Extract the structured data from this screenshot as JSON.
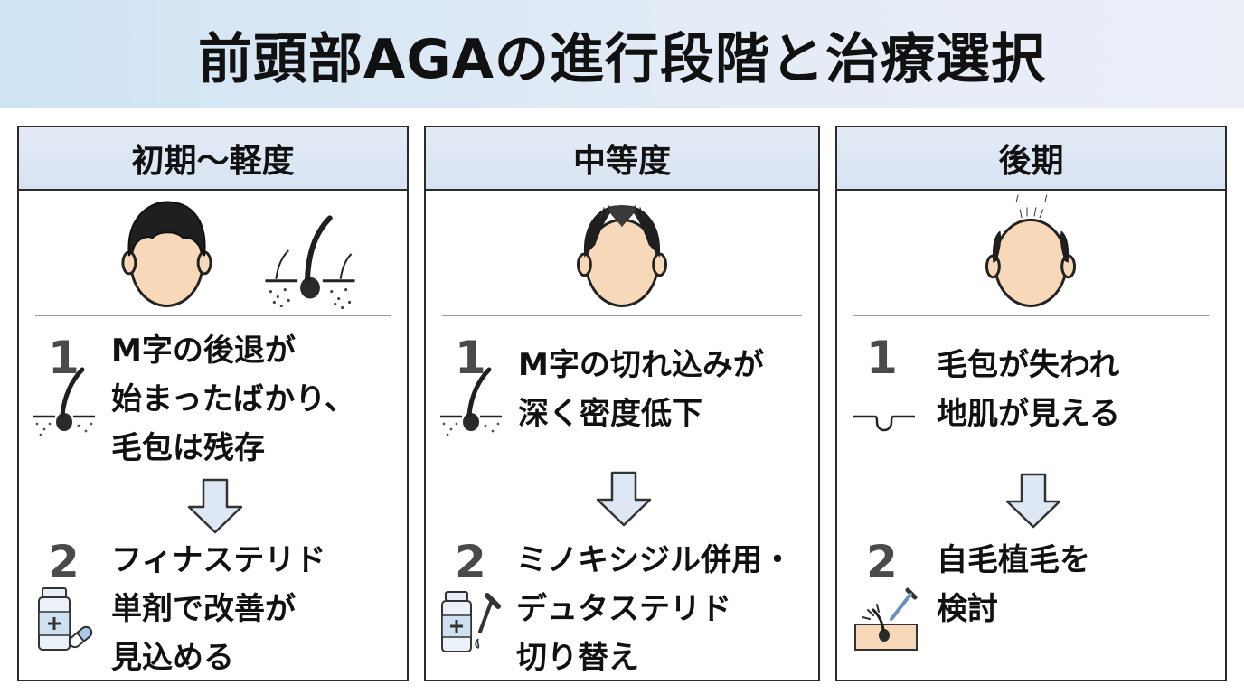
{
  "title": "前頭部AGAの進行段階と治療選択",
  "stages": [
    {
      "heading": "初期〜軽度",
      "step1_num": "1",
      "step1_lines": [
        "M字の後退が",
        "始まったばかり、",
        "毛包は残存"
      ],
      "step2_num": "2",
      "step2_lines": [
        "フィナステリド",
        "単剤で改善が",
        "見込める"
      ]
    },
    {
      "heading": "中等度",
      "step1_num": "1",
      "step1_lines": [
        "M字の切れ込みが",
        "深く密度低下"
      ],
      "step2_num": "2",
      "step2_lines": [
        "ミノキシジル併用・",
        "デュタステリド",
        "切り替え"
      ]
    },
    {
      "heading": "後期",
      "step1_num": "1",
      "step1_lines": [
        "毛包が失われ",
        "地肌が見える"
      ],
      "step2_num": "2",
      "step2_lines": [
        "自毛植毛を",
        "検討"
      ]
    }
  ],
  "colors": {
    "skin": "#f7d8b8",
    "hair": "#1f1f1f",
    "arrow_fill": "#dde8f4",
    "header_fill": "#dce6f3"
  },
  "icons": [
    "face-full-hair-icon",
    "hair-follicle-icon",
    "face-thinning-icon",
    "face-bald-icon",
    "medicine-bottle-icon",
    "capsule-icon",
    "dropper-icon",
    "hair-transplant-icon"
  ]
}
